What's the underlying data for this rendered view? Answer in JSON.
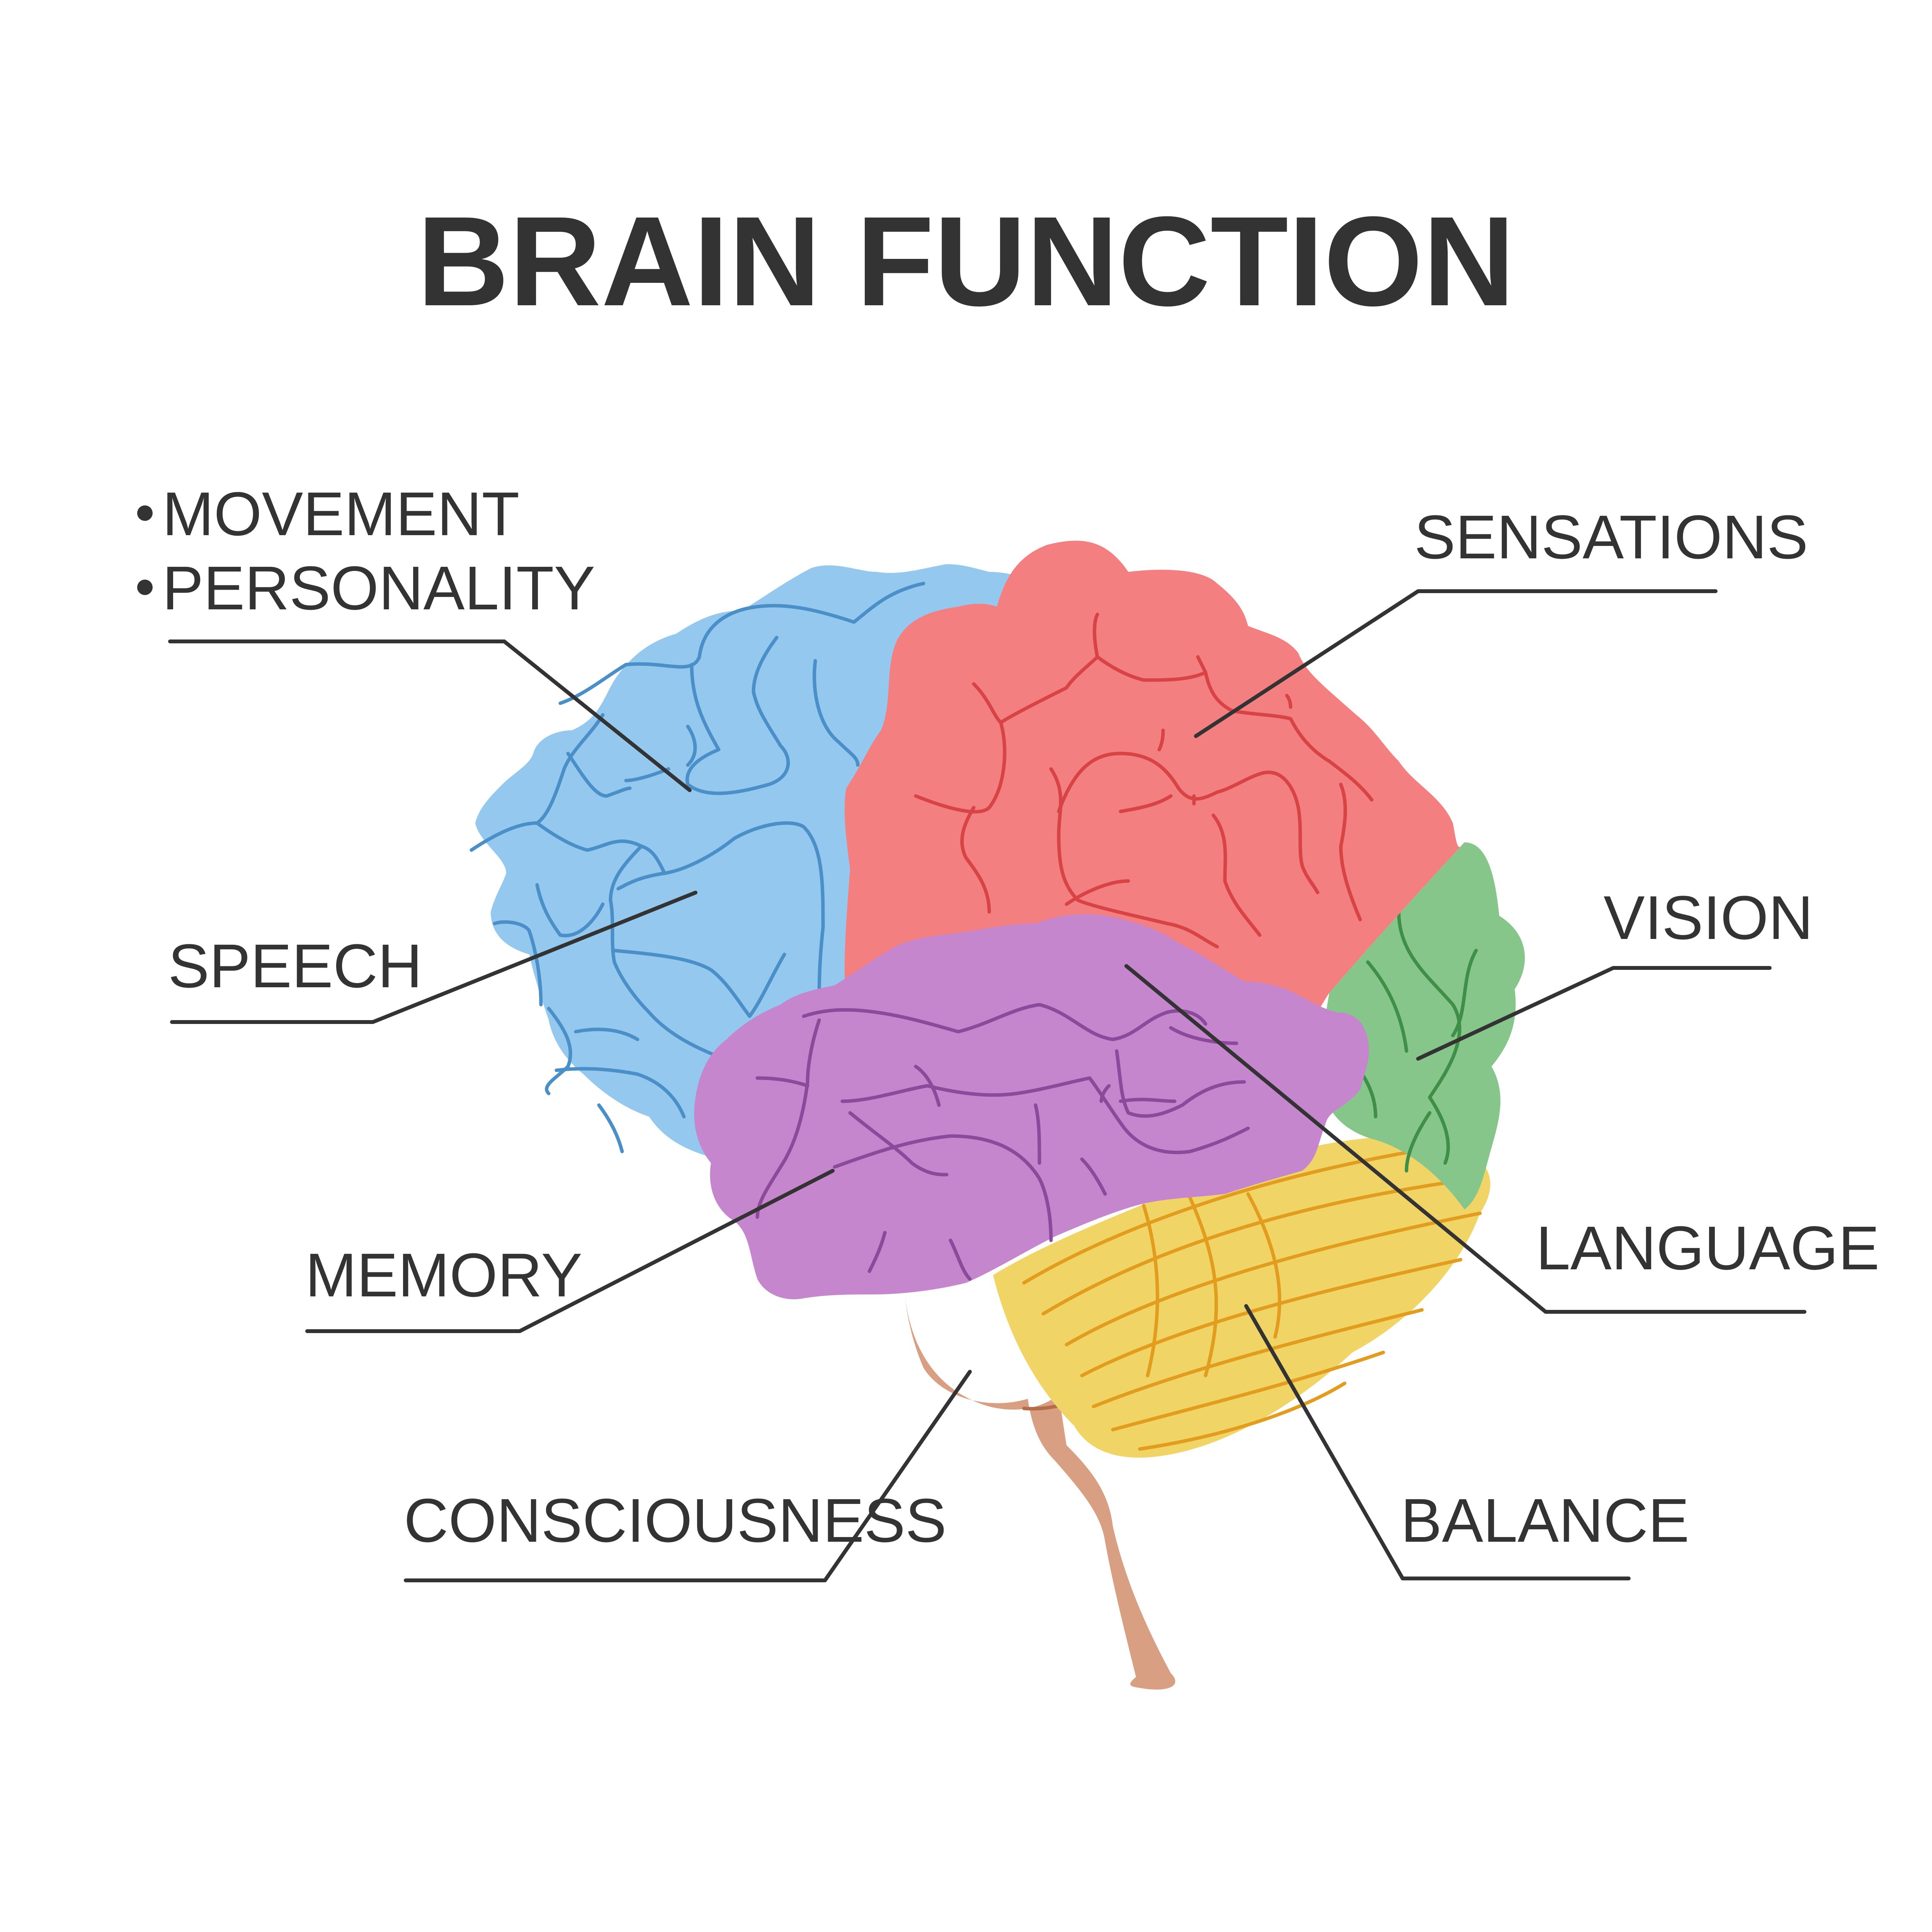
{
  "title": "BRAIN FUNCTION",
  "frontal_lobe": {
    "color": "#94c8ee",
    "line_color": "#4a8fc7",
    "bullet_icon": "bullet-dot-icon",
    "items": [
      "MOVEMENT",
      "PERSONALITY"
    ],
    "speech_label": "SPEECH"
  },
  "parietal_lobe": {
    "color": "#f47f80",
    "line_color": "#d84346",
    "label": "SENSATIONS"
  },
  "occipital_lobe": {
    "color": "#87c68a",
    "line_color": "#3f8f48",
    "label": "VISION"
  },
  "temporal_lobe": {
    "color": "#c586ce",
    "line_color": "#8d4a9a",
    "memory_label": "MEMORY",
    "language_label": "LANGUAGE"
  },
  "cerebellum": {
    "color": "#f0d566",
    "line_color": "#e39d1e",
    "label": "BALANCE"
  },
  "brain_stem": {
    "color": "#d99f82",
    "line_color": "#b46d48",
    "label": "CONSCIOUSNESS"
  },
  "leader_color": "#333333"
}
